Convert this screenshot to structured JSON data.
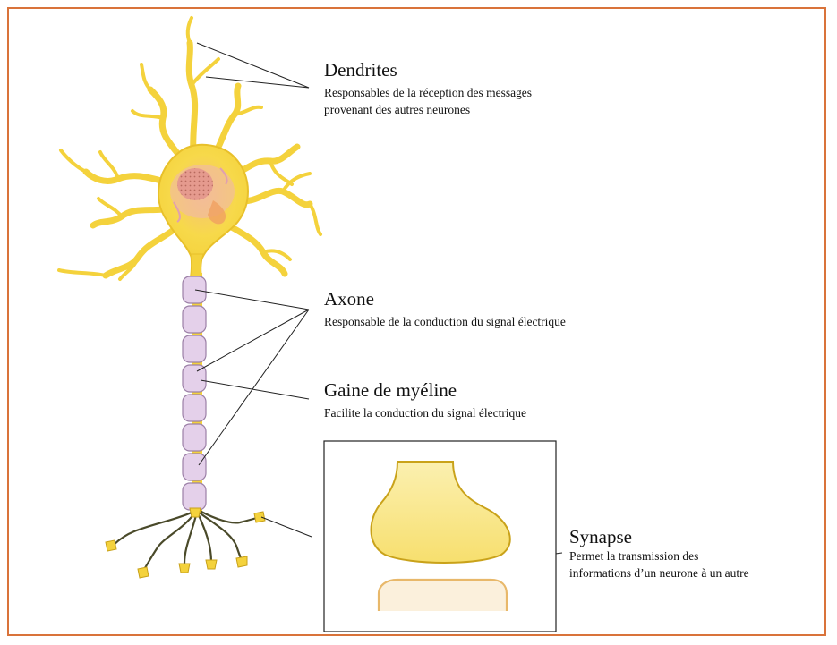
{
  "colors": {
    "border": "#d9733a",
    "neuron_fill": "#f7d94a",
    "neuron_stroke": "#c9a21a",
    "myelin_fill": "#e4d0ea",
    "myelin_stroke": "#9b7fa6",
    "nucleus": "#e0958a",
    "terminal_stroke": "#4a4a2a"
  },
  "labels": {
    "dendrites": {
      "title": "Dendrites",
      "description": "Responsables de la réception des messages\nprovenant des autres neurones"
    },
    "axone": {
      "title": "Axone",
      "description": "Responsable de la conduction du signal électrique"
    },
    "myeline": {
      "title": "Gaine de myéline",
      "description": "Facilite la conduction du signal électrique"
    },
    "synapse": {
      "title": "Synapse",
      "description": "Permet la transmission des\ninformations d’un neurone à un autre"
    }
  }
}
